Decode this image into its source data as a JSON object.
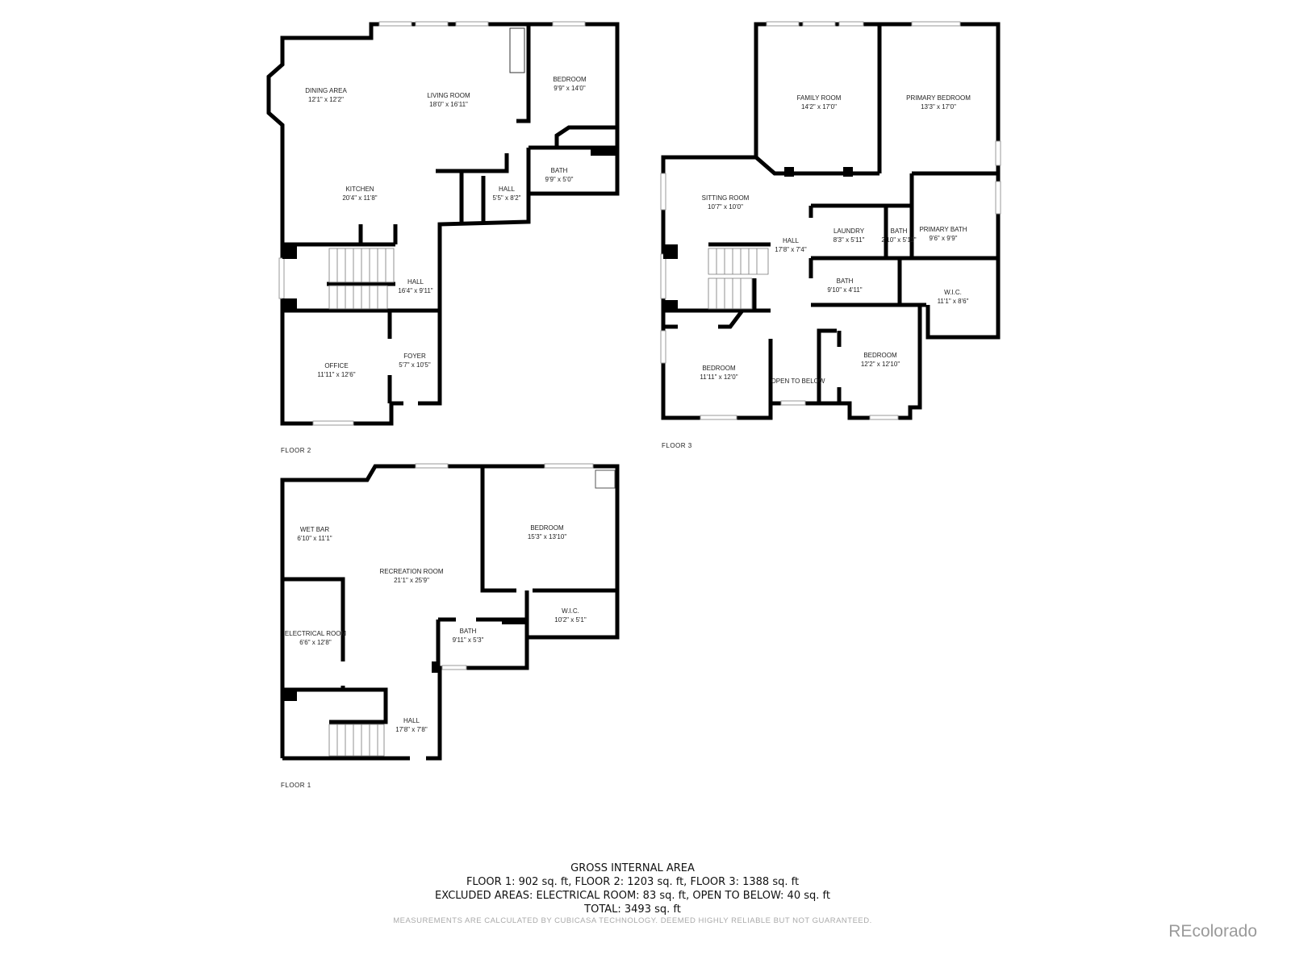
{
  "floors": [
    {
      "label": "FLOOR 2",
      "rooms": [
        {
          "name": "DINING AREA",
          "dims": "12'1\" x 12'2\""
        },
        {
          "name": "LIVING ROOM",
          "dims": "18'0\" x 16'11\""
        },
        {
          "name": "BEDROOM",
          "dims": "9'9\" x 14'0\""
        },
        {
          "name": "BATH",
          "dims": "9'9\" x 5'0\""
        },
        {
          "name": "KITCHEN",
          "dims": "20'4\" x 11'8\""
        },
        {
          "name": "HALL",
          "dims": "5'5\" x 8'2\""
        },
        {
          "name": "HALL",
          "dims": "16'4\" x 9'11\""
        },
        {
          "name": "OFFICE",
          "dims": "11'11\" x 12'6\""
        },
        {
          "name": "FOYER",
          "dims": "5'7\" x 10'5\""
        }
      ]
    },
    {
      "label": "FLOOR 3",
      "rooms": [
        {
          "name": "FAMILY ROOM",
          "dims": "14'2\" x 17'0\""
        },
        {
          "name": "PRIMARY BEDROOM",
          "dims": "13'3\" x 17'0\""
        },
        {
          "name": "SITTING ROOM",
          "dims": "10'7\" x 10'0\""
        },
        {
          "name": "LAUNDRY",
          "dims": "8'3\" x 5'11\""
        },
        {
          "name": "BATH",
          "dims": "2'10\" x 5'11\""
        },
        {
          "name": "PRIMARY BATH",
          "dims": "9'6\" x 9'9\""
        },
        {
          "name": "HALL",
          "dims": "17'8\" x 7'4\""
        },
        {
          "name": "BATH",
          "dims": "9'10\" x 4'11\""
        },
        {
          "name": "W.I.C.",
          "dims": "11'1\" x 8'6\""
        },
        {
          "name": "BEDROOM",
          "dims": "11'11\" x 12'0\""
        },
        {
          "name": "OPEN TO BELOW",
          "dims": ""
        },
        {
          "name": "BEDROOM",
          "dims": "12'2\" x 12'10\""
        }
      ]
    },
    {
      "label": "FLOOR 1",
      "rooms": [
        {
          "name": "WET BAR",
          "dims": "6'10\" x 11'1\""
        },
        {
          "name": "RECREATION ROOM",
          "dims": "21'1\" x 25'9\""
        },
        {
          "name": "BEDROOM",
          "dims": "15'3\" x 13'10\""
        },
        {
          "name": "W.I.C.",
          "dims": "10'2\" x 5'1\""
        },
        {
          "name": "BATH",
          "dims": "9'11\" x 5'3\""
        },
        {
          "name": "ELECTRICAL ROOM",
          "dims": "6'6\" x 12'8\""
        },
        {
          "name": "HALL",
          "dims": "17'8\" x 7'8\""
        }
      ]
    }
  ],
  "summary": {
    "title": "GROSS INTERNAL AREA",
    "floors_line": "FLOOR 1: 902 sq. ft, FLOOR 2: 1203 sq. ft, FLOOR 3: 1388 sq. ft",
    "excluded_line": "EXCLUDED AREAS: ELECTRICAL ROOM: 83 sq. ft, OPEN TO BELOW: 40 sq. ft",
    "total_line": "TOTAL: 3493 sq. ft",
    "disclaimer": "MEASUREMENTS ARE CALCULATED BY CUBICASA TECHNOLOGY. DEEMED HIGHLY RELIABLE BUT NOT GUARANTEED."
  },
  "logo": "REcolorado"
}
